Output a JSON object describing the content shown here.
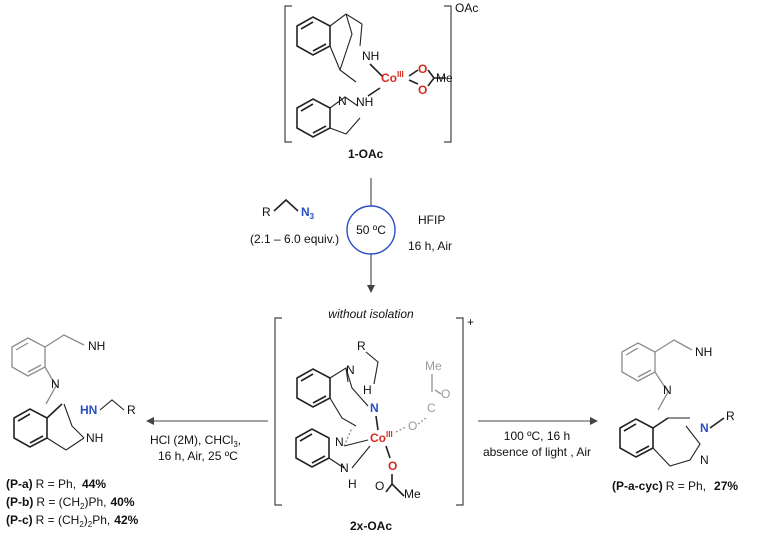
{
  "starting_complex": {
    "counterion": "OAc",
    "nh_top": "NH",
    "metal": "Co",
    "metal_ox": "III",
    "acetate_o1": "O",
    "acetate_o2": "O",
    "acetate_me": "Me",
    "pyridine_n": "N",
    "nh_bottom": "NH",
    "label": "1-OAc"
  },
  "step1": {
    "azide_r": "R",
    "azide_n": "N",
    "azide_sub": "3",
    "equiv": "(2.1 – 6.0 equiv.)",
    "temperature": "50 ºC",
    "solvent": "HFIP",
    "conditions": "16 h, Air"
  },
  "intermediate": {
    "header": "without isolation",
    "charge": "+",
    "r": "R",
    "n_top": "N",
    "h_top": "H",
    "n_amido": "N",
    "h_amido": "H",
    "metal": "Co",
    "metal_ox": "III",
    "acetate_top_me": "Me",
    "acetate_top_o": "O",
    "acetate_top_c": "C",
    "acetate_top_o2": "O",
    "acetate_bottom_o": "O",
    "acetate_bottom_o2": "O",
    "acetate_bottom_me": "Me",
    "py_n": "N",
    "nh_n": "N",
    "nh_h": "H",
    "label": "2x-OAc"
  },
  "left_product": {
    "conditions_line1": "HCl (2M), CHCl",
    "conditions_sub": "3",
    "conditions_line1_end": ",",
    "conditions_line2": "16 h, Air, 25 ºC",
    "nh_top": "NH",
    "py_n": "N",
    "hn": "HN",
    "r": "R",
    "nh_bottom": "NH",
    "entries": [
      {
        "code": "(P-a)",
        "r_label": "R = Ph,",
        "sub1": "",
        "r_end": "",
        "sub2": "",
        "r_tail": "",
        "yield": "44%"
      },
      {
        "code": "(P-b)",
        "r_label": "R = (CH",
        "sub1": "2",
        "r_end": ")Ph,",
        "sub2": "",
        "r_tail": "",
        "yield": "40%"
      },
      {
        "code": "(P-c)",
        "r_label": "R = (CH",
        "sub1": "2",
        "r_end": ")",
        "sub2": "2",
        "r_tail": "Ph,",
        "yield": "42%"
      }
    ]
  },
  "right_product": {
    "conditions_line1": "100 ºC, 16 h",
    "conditions_line2": "absence of light , Air",
    "nh": "NH",
    "py_n": "N",
    "n_imine": "N",
    "r": "R",
    "n_amine": "N",
    "code": "(P-a-cyc)",
    "r_label": "R = Ph,",
    "yield": "27%"
  }
}
